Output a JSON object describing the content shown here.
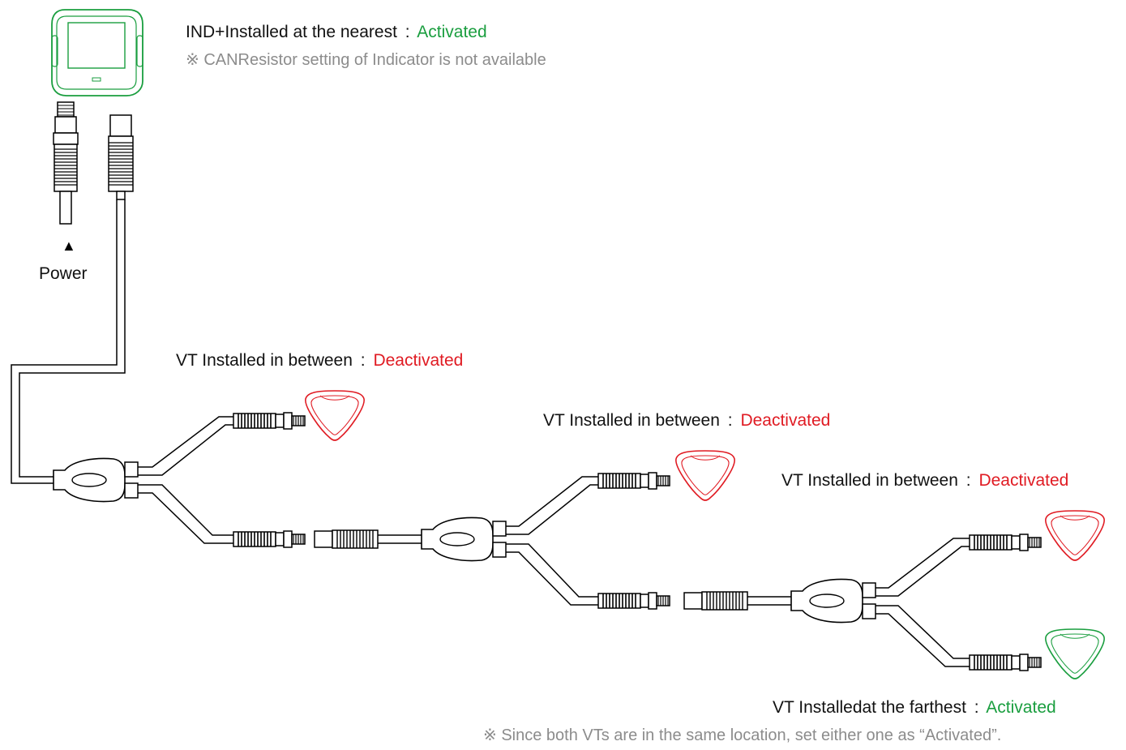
{
  "indicator": {
    "label": "IND+Installed at the  nearest",
    "separator": ":",
    "status": "Activated",
    "status_color": "#1a9e3f",
    "note": "※ CANResistor setting  of Indicator is not available"
  },
  "power": {
    "arrow": "▲",
    "label": "Power"
  },
  "vts": [
    {
      "label": "VT Installed in between",
      "separator": ":",
      "status": "Deactivated",
      "status_color": "#e01b23"
    },
    {
      "label": "VT Installed in between",
      "separator": ":",
      "status": "Deactivated",
      "status_color": "#e01b23"
    },
    {
      "label": "VT Installed in between",
      "separator": ":",
      "status": "Deactivated",
      "status_color": "#e01b23"
    },
    {
      "label": "VT Installedat the farthest",
      "separator": ":",
      "status": "Activated",
      "status_color": "#1a9e3f"
    }
  ],
  "footer_note": "※ Since both VTs are in the same location, set either one as “Activated”.",
  "icons": [
    "indicator-display-icon",
    "vt-knob-icon",
    "y-splitter-icon",
    "connector-icon"
  ]
}
